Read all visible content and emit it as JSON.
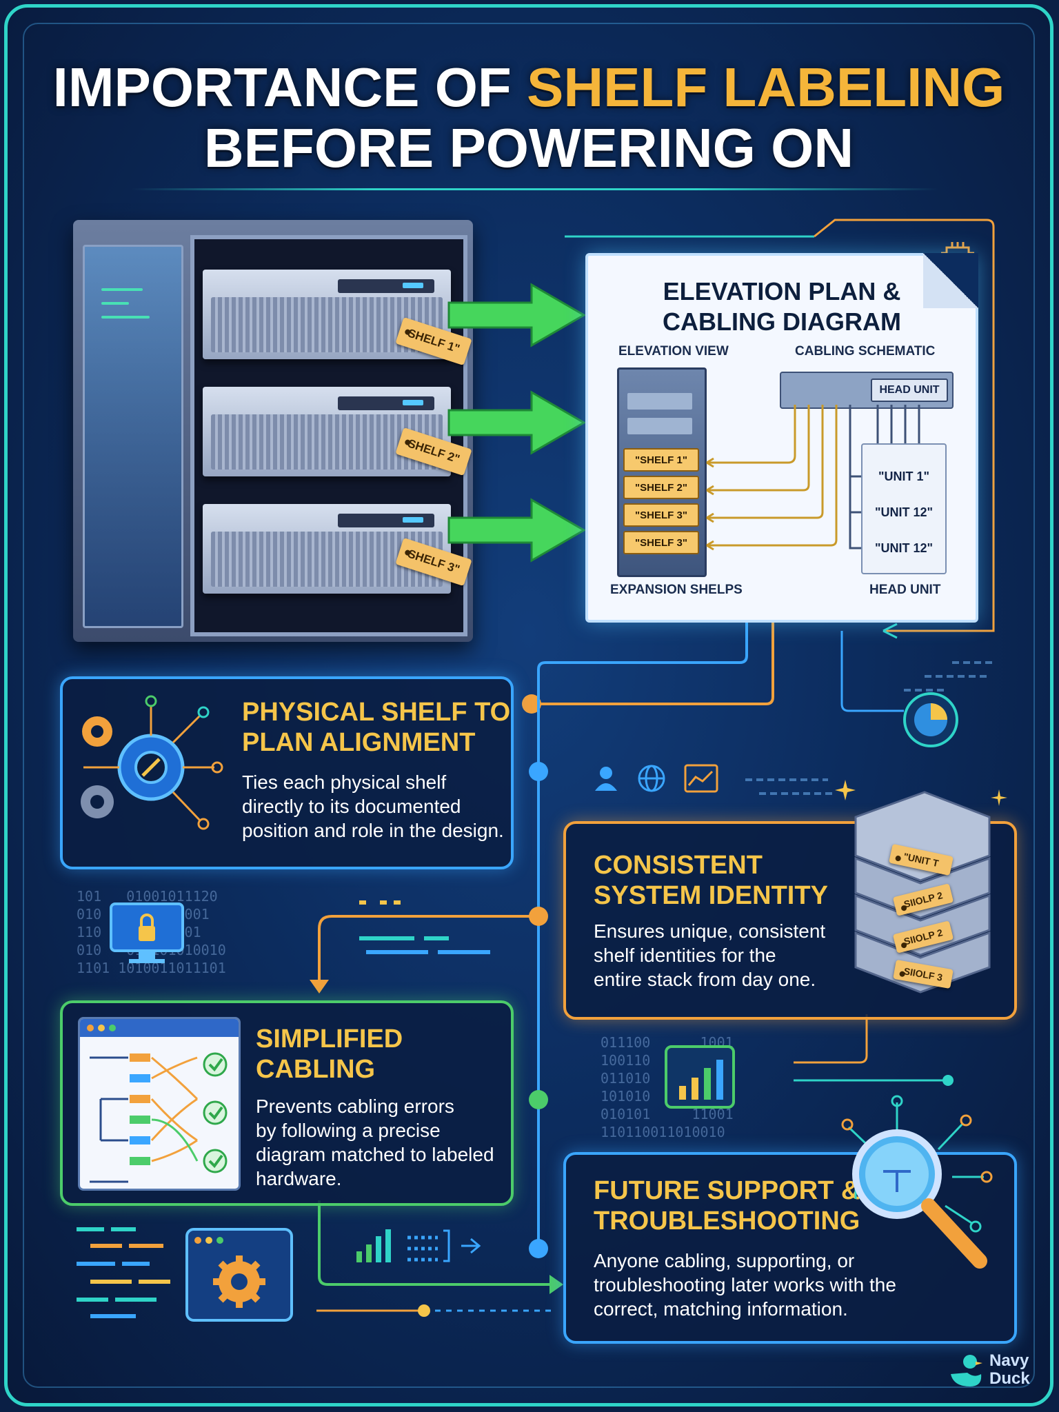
{
  "header": {
    "title_part1": "IMPORTANCE OF ",
    "title_accent": "SHELF LABELING",
    "title_line2": "BEFORE POWERING ON"
  },
  "rack": {
    "tags": [
      "SHELF 1\"",
      "SHELF 2\"",
      "SHELF 3\""
    ]
  },
  "plan": {
    "title_line1": "ELEVATION PLAN &",
    "title_line2": "CABLING DIAGRAM",
    "elevation_view": "ELEVATION VIEW",
    "cabling_schematic": "CABLING SCHEMATIC",
    "shelf_labels": [
      "\"SHELF 1\"",
      "\"SHELF 2\"",
      "\"SHELF 3\"",
      "\"SHELF 3\""
    ],
    "head_unit_tag": "HEAD UNIT",
    "unit_labels": [
      "\"UNIT 1\"",
      "\"UNIT 12\"",
      "\"UNIT 12\""
    ],
    "footer_left": "EXPANSION SHELPS",
    "footer_right": "HEAD UNIT"
  },
  "sections": [
    {
      "title_line1": "PHYSICAL SHELF TO",
      "title_line2": "PLAN ALIGNMENT",
      "body": [
        "Ties each physical shelf",
        "directly to its documented",
        "position and role in the design."
      ]
    },
    {
      "title_line1": "CONSISTENT",
      "title_line2": "SYSTEM IDENTITY",
      "body": [
        "Ensures unique, consistent",
        "shelf identities for the",
        "entire stack from day one."
      ],
      "stack_tags": [
        "\"UNIT T",
        "SIIOLP 2",
        "SIIOLP 2",
        "SIIOLF 3"
      ]
    },
    {
      "title_line1": "SIMPLIFIED",
      "title_line2": "CABLING",
      "body": [
        "Prevents cabling errors",
        "by following a precise",
        "diagram matched to labeled",
        "hardware."
      ]
    },
    {
      "title_line1": "FUTURE SUPPORT &",
      "title_line2": "TROUBLESHOOTING",
      "body": [
        "Anyone cabling, supporting, or",
        "troubleshooting later works with the",
        "correct, matching information."
      ]
    }
  ],
  "decor": {
    "binary_left": [
      "101   01001011120",
      "010   0101010001",
      "110   010110101",
      "010   010101010010",
      "1101 1010011011101"
    ],
    "binary_right": [
      "011100      1001",
      "100110     11011",
      "011010     11001",
      "101010     01001",
      "010101     11001",
      "110110011010010"
    ]
  },
  "brand": {
    "line1": "Navy",
    "line2": "Duck"
  },
  "colors": {
    "accent_gold": "#f5b53a",
    "teal": "#2fd4c8",
    "blue": "#3aa6ff",
    "orange": "#f2a13c",
    "green": "#4ccc6a"
  }
}
